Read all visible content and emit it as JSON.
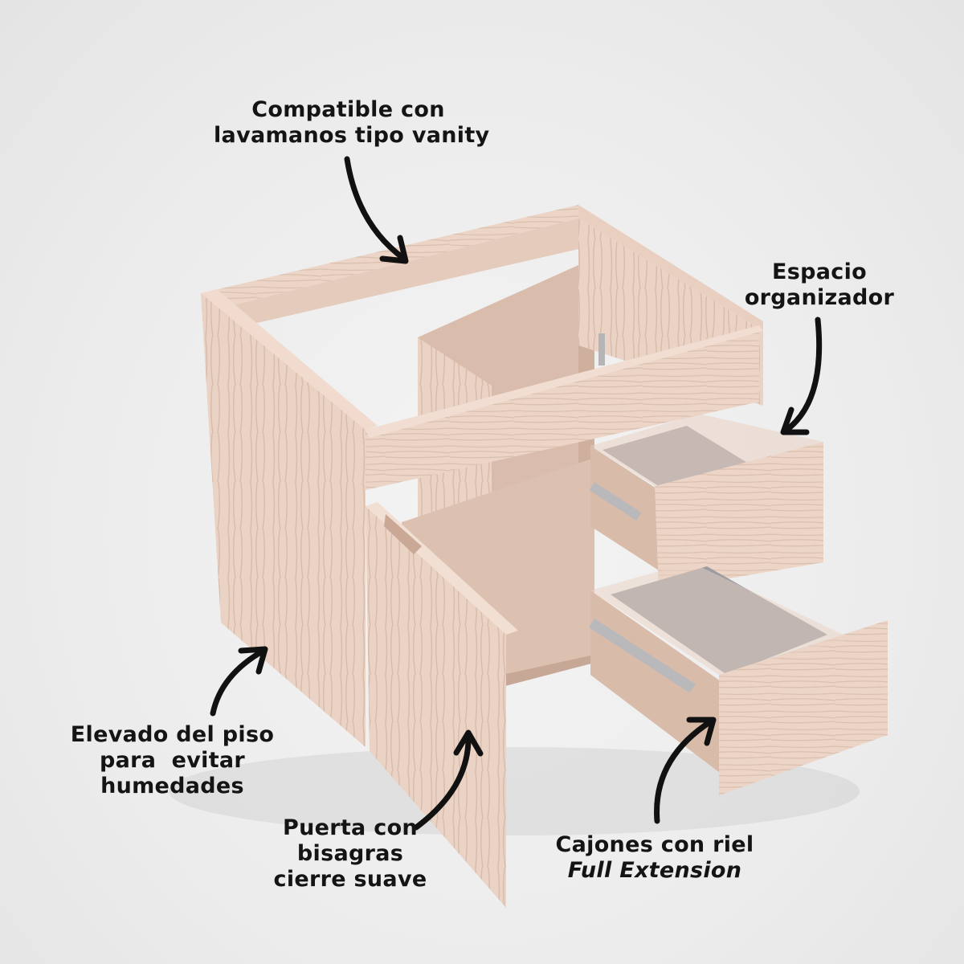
{
  "product": {
    "name": "vanity-cabinet",
    "colors": {
      "background": "#ececec",
      "wood_light": "#ecd4c6",
      "wood_mid": "#dcbfae",
      "wood_dark": "#c9a896",
      "drawer_inside": "#9a9a9e",
      "rail": "#b9b9bc",
      "text": "#141414"
    }
  },
  "callouts": {
    "top": {
      "line1": "Compatible con",
      "line2": "lavamanos tipo vanity"
    },
    "organizer": {
      "line1": "Espacio",
      "line2": "organizador"
    },
    "elevated": {
      "line1": "Elevado del piso",
      "line2": "para  evitar",
      "line3": "humedades"
    },
    "door": {
      "line1": "Puerta con",
      "line2": "bisagras",
      "line3": "cierre suave"
    },
    "drawers": {
      "line1": "Cajones con riel",
      "line2": "Full Extension"
    }
  }
}
